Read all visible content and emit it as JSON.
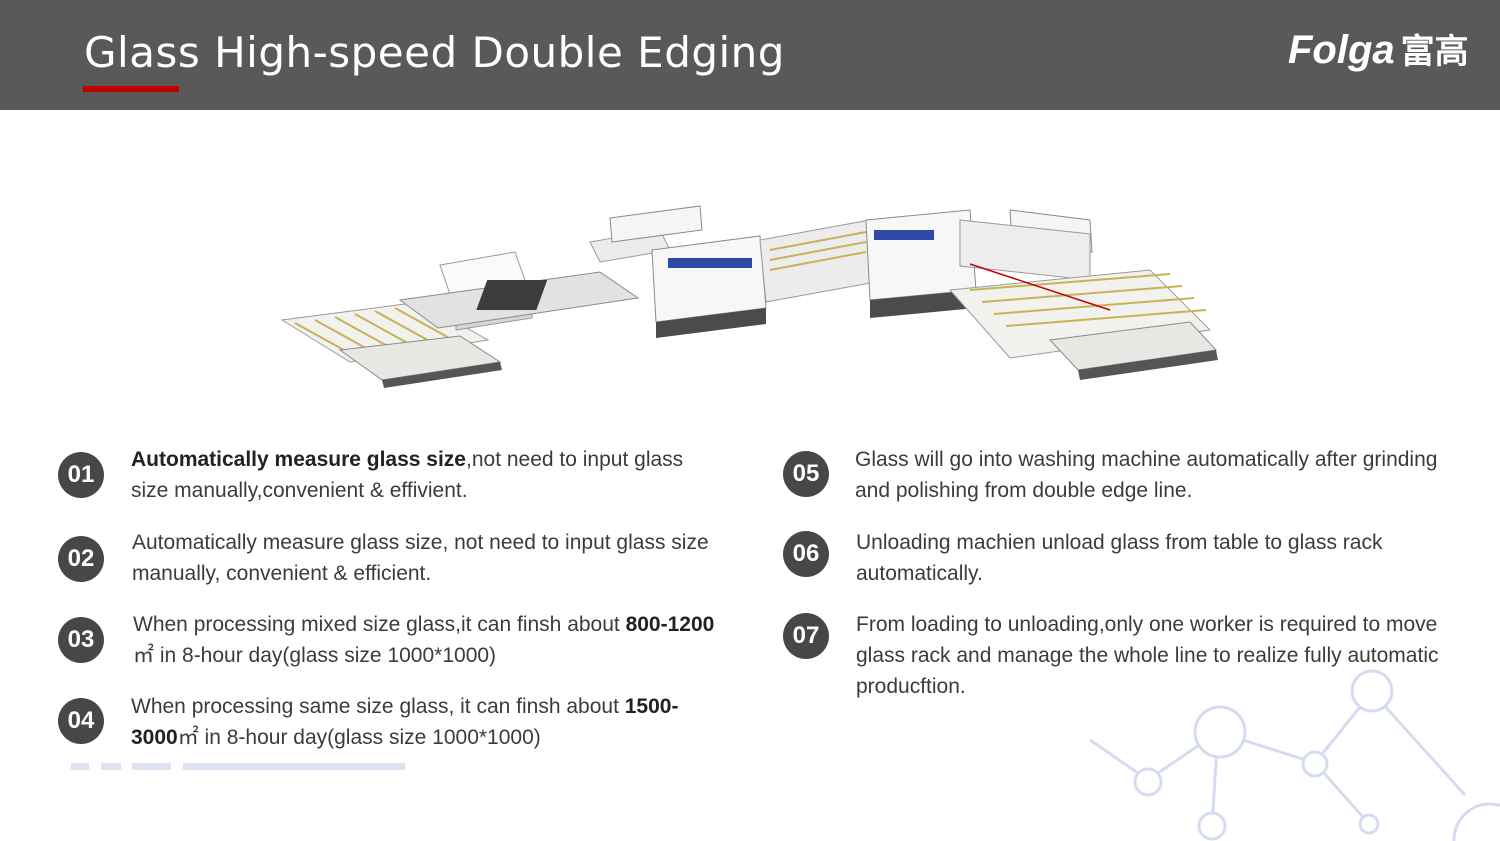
{
  "header": {
    "title": "Glass High-speed Double Edging",
    "logo_text": "Folga",
    "logo_cn": "富高",
    "accent_color": "#c00000",
    "bar_color": "#595959"
  },
  "features": [
    {
      "num": "01",
      "bold": "Automatically measure glass size",
      "rest": ",not need to input glass size manually,convenient & effivient."
    },
    {
      "num": "02",
      "pre": "Automatically measure glass size, not need to input glass size manually, convenient & efficient."
    },
    {
      "num": "03",
      "pre": "When processing mixed size glass,it can finsh about ",
      "bold": "800-1200",
      "post": " ㎡ in 8-hour day(glass size 1000*1000)"
    },
    {
      "num": "04",
      "pre": "When processing same size glass, it can finsh about ",
      "bold": "1500-3000",
      "post": "㎡ in 8-hour day(glass size 1000*1000)"
    },
    {
      "num": "05",
      "pre": "Glass will go into washing machine automatically after grinding and polishing from double edge line."
    },
    {
      "num": "06",
      "pre": "Unloading machien unload glass from table to glass rack automatically."
    },
    {
      "num": "07",
      "pre": "From loading to unloading,only one worker is required to move glass rack and manage the whole line to realize fully automatic producftion."
    }
  ]
}
